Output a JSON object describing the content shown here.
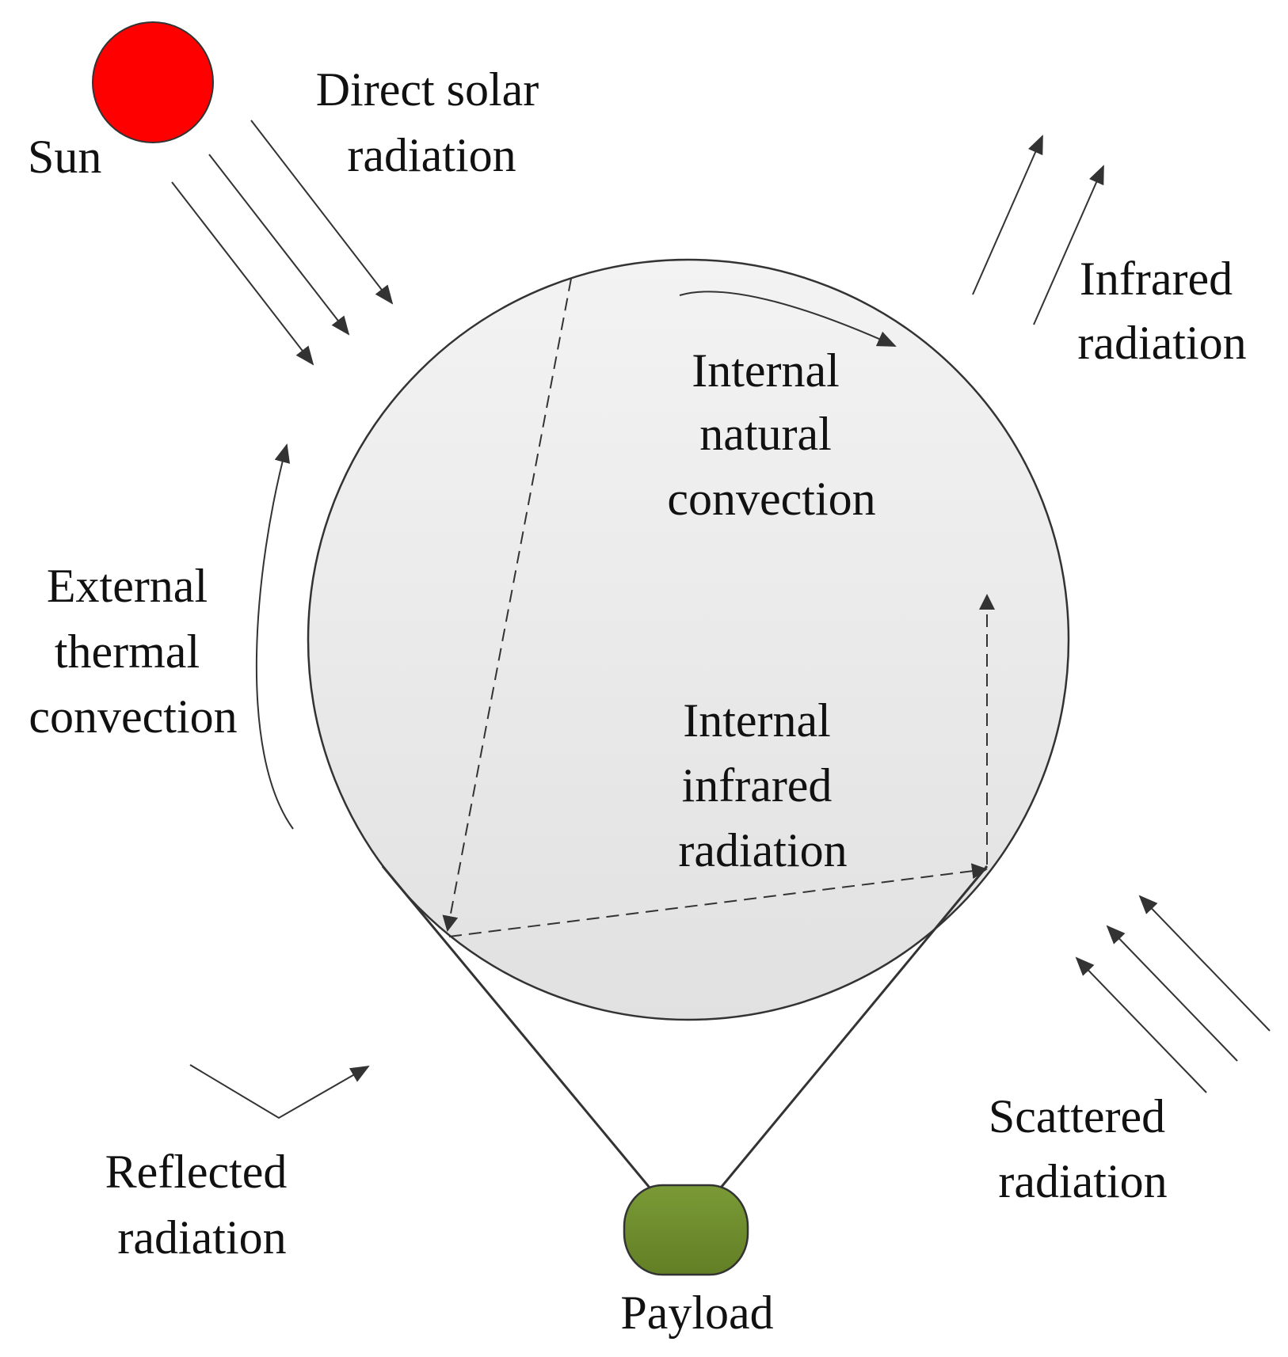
{
  "labels": {
    "sun": "Sun",
    "direct_solar": [
      "Direct solar",
      "radiation"
    ],
    "infrared": [
      "Infrared",
      "radiation"
    ],
    "internal_natural": [
      "Internal",
      "natural",
      "convection"
    ],
    "external_thermal": [
      "External",
      "thermal",
      "convection"
    ],
    "internal_infrared": [
      "Internal",
      "infrared",
      "radiation"
    ],
    "scattered": [
      "Scattered",
      "radiation"
    ],
    "reflected": [
      "Reflected",
      "radiation"
    ],
    "payload": "Payload"
  },
  "colors": {
    "sun": "#ff0000",
    "balloon_fill_top": "#f2f2f2",
    "balloon_fill_bottom": "#e2e2e2",
    "payload": "#6f8f2e",
    "line": "#333333"
  }
}
